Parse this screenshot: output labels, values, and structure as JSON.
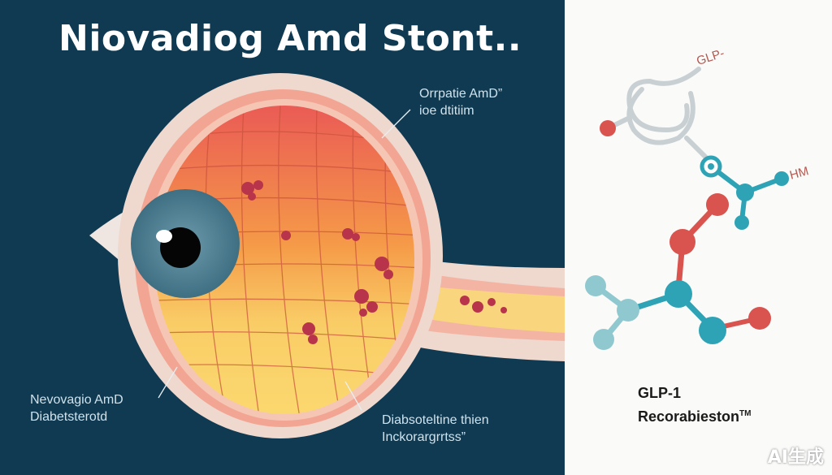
{
  "title": "Niovadiog Amd Stont..",
  "labels": {
    "top_right": {
      "line1": "Orrpatie AmD”",
      "line2": "ioe dtitiim"
    },
    "bottom_left": {
      "line1": "Nevovagio AmD",
      "line2": "Diabetsterotd"
    },
    "bottom_center": {
      "line1": "Diabsoteltine thien",
      "line2": "Inckorargrrtss”"
    }
  },
  "molecule": {
    "label_top": "GLP-",
    "label_side": "HM"
  },
  "product": {
    "line1": "GLP-1",
    "line2": "Recorabieston",
    "trademark": "TM"
  },
  "watermark": "AI生成",
  "colors": {
    "background_dark": "#0f3a52",
    "background_light": "#fafaf8",
    "iris": "#4b7c8e",
    "molecule_red": "#d9534f",
    "molecule_teal": "#2ea3b5",
    "molecule_light_teal": "#8fc9cf"
  }
}
